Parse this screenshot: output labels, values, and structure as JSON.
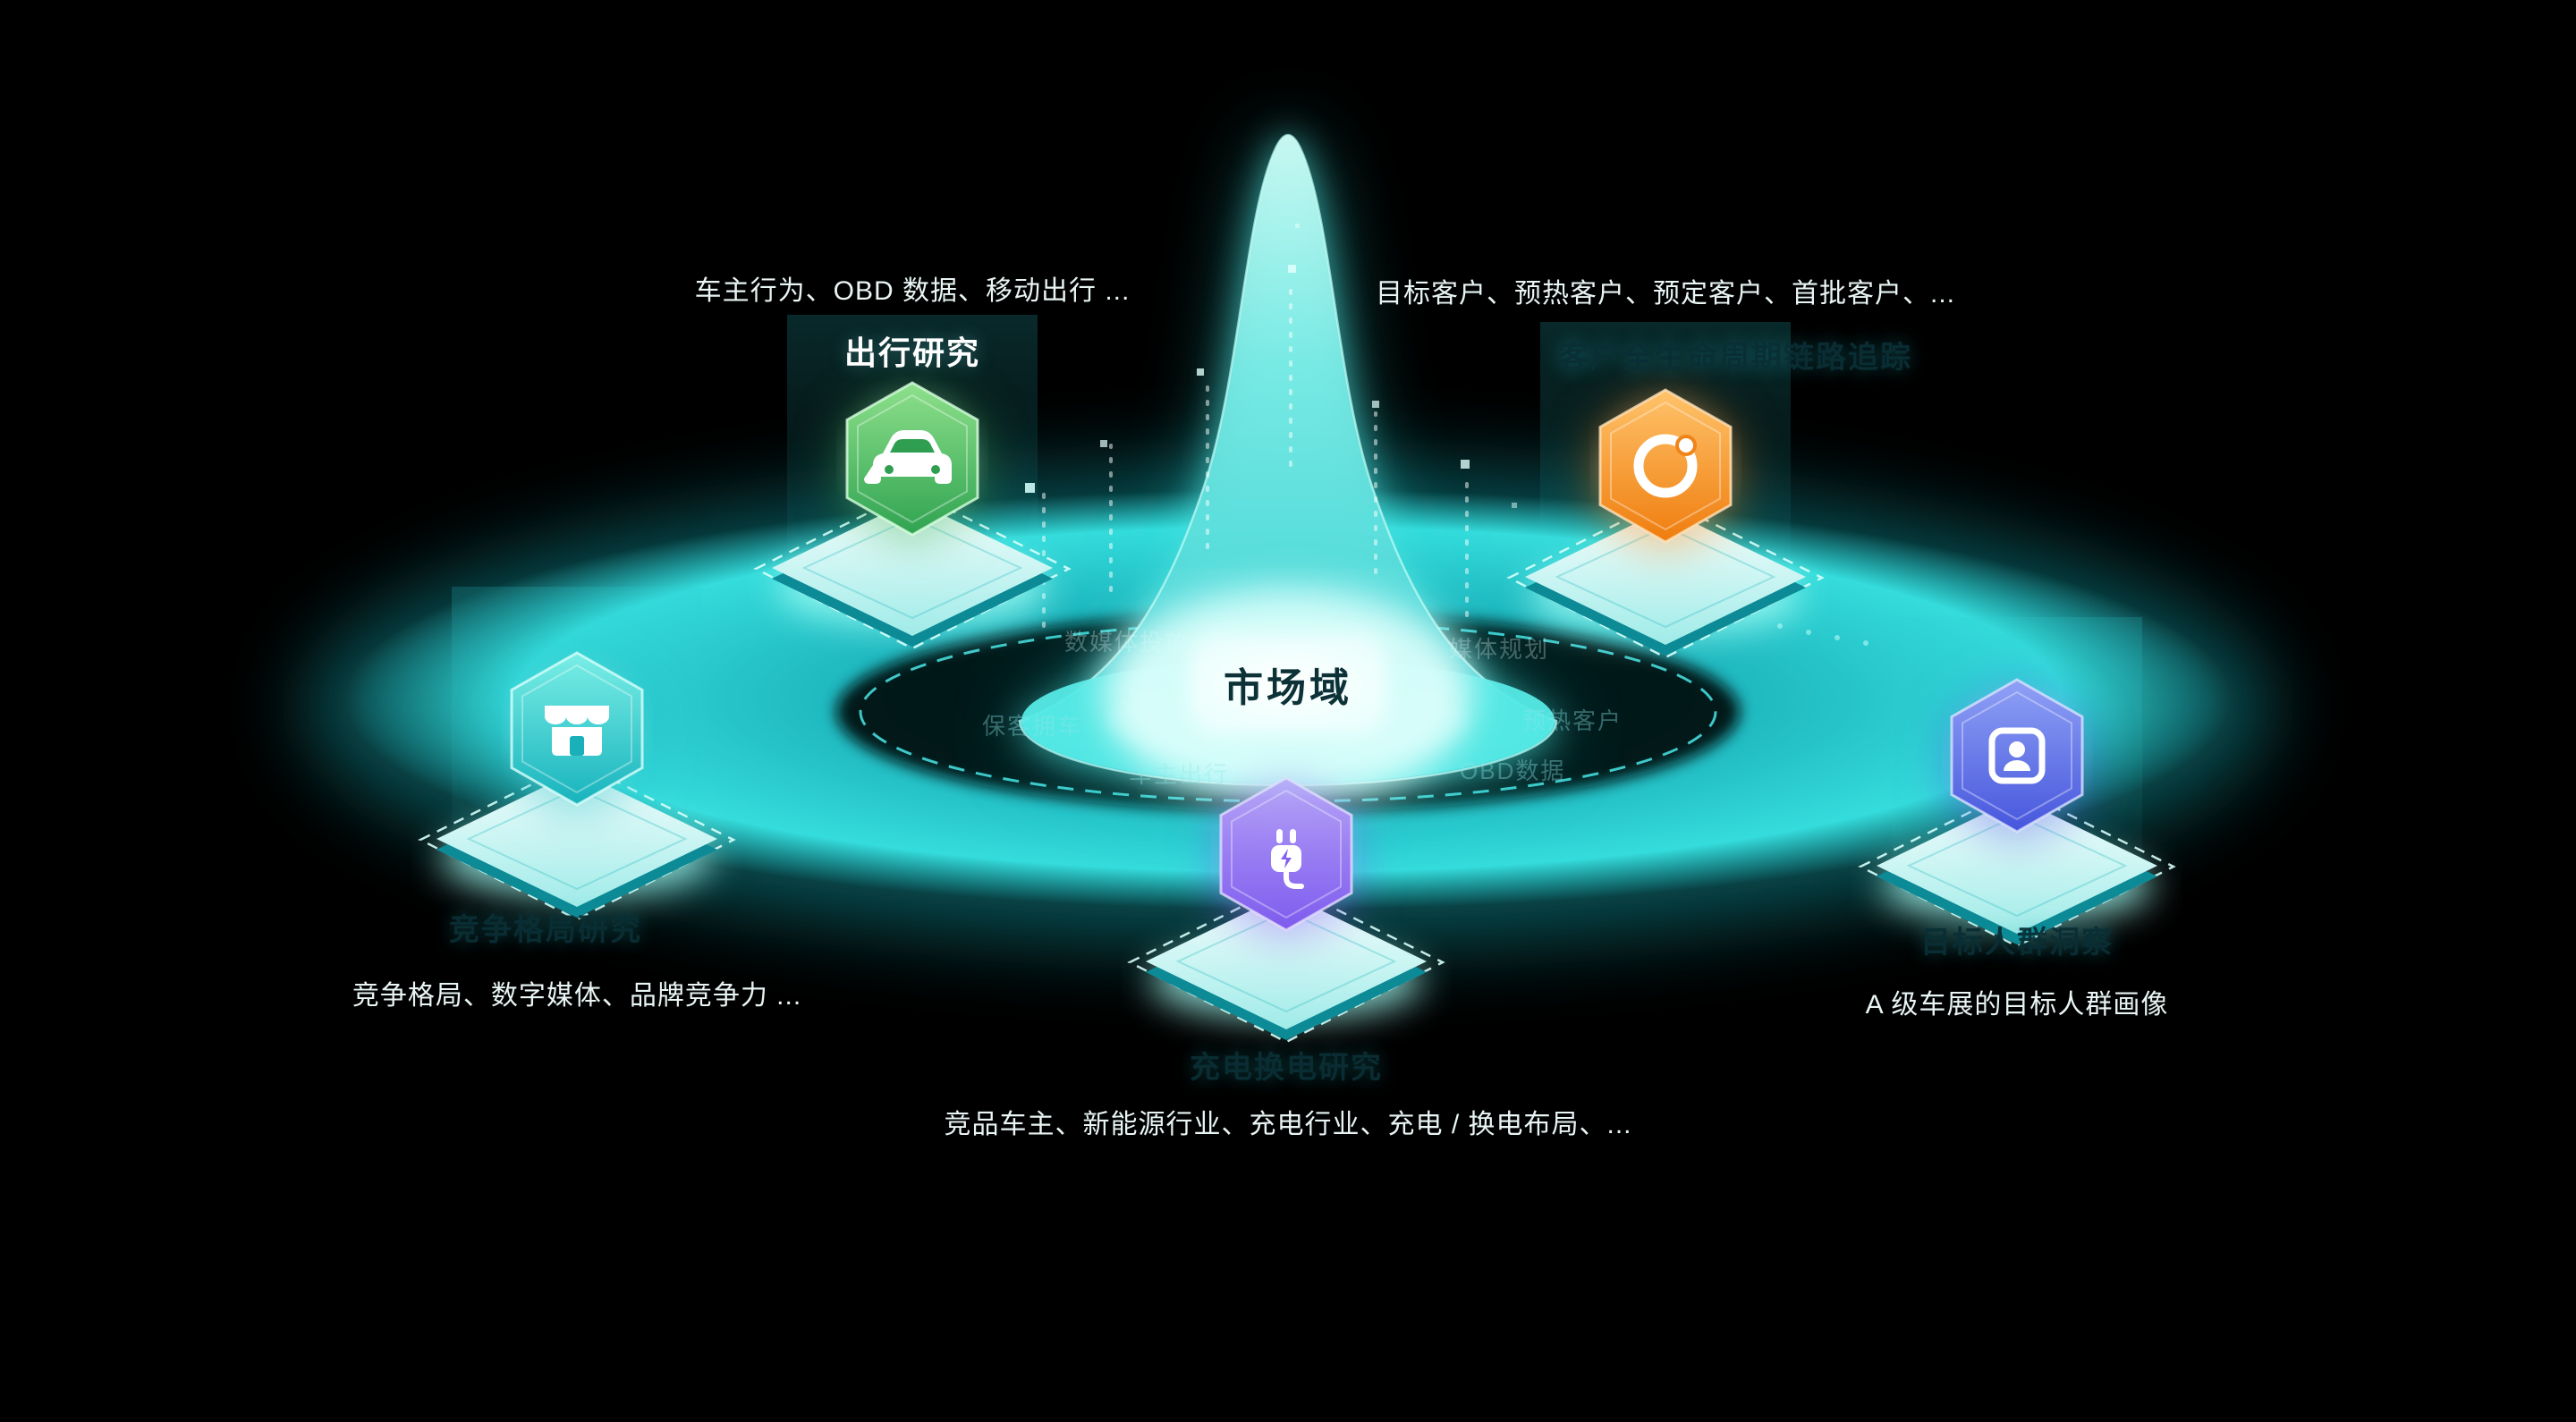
{
  "background": "#000000",
  "center": {
    "label": "市场域"
  },
  "nodes": [
    {
      "id": "mobility-research",
      "icon": "car-icon",
      "color": "#3FAE57",
      "title": "出行研究",
      "caption": "车主行为、OBD 数据、移动出行 ..."
    },
    {
      "id": "customer-lifecycle",
      "icon": "orbit-icon",
      "color": "#F0861A",
      "title": "客户全生命周期链路追踪",
      "caption": "目标客户、预热客户、预定客户、首批客户、..."
    },
    {
      "id": "competition-research",
      "icon": "storefront-icon",
      "color": "#1FB9C2",
      "title": "竞争格局研究",
      "caption": "竞争格局、数字媒体、品牌竞争力 ..."
    },
    {
      "id": "charging-research",
      "icon": "plug-icon",
      "color": "#7E5BEE",
      "title": "充电换电研究",
      "caption": "竞品车主、新能源行业、充电行业、充电 / 换电布局、..."
    },
    {
      "id": "audience-insight",
      "icon": "person-card-icon",
      "color": "#4A5BE0",
      "title": "目标人群洞察",
      "caption": "A 级车展的目标人群画像"
    }
  ],
  "watermarks": [
    {
      "text": "数媒体投放"
    },
    {
      "text": "媒体规划"
    },
    {
      "text": "保客拥车"
    },
    {
      "text": "预热客户"
    },
    {
      "text": "车主出行"
    },
    {
      "text": "OBD数据"
    }
  ],
  "colors": {
    "accent": "#2BD2D4",
    "dome": "#35DCDC",
    "glow_white": "#EAFFFD"
  }
}
